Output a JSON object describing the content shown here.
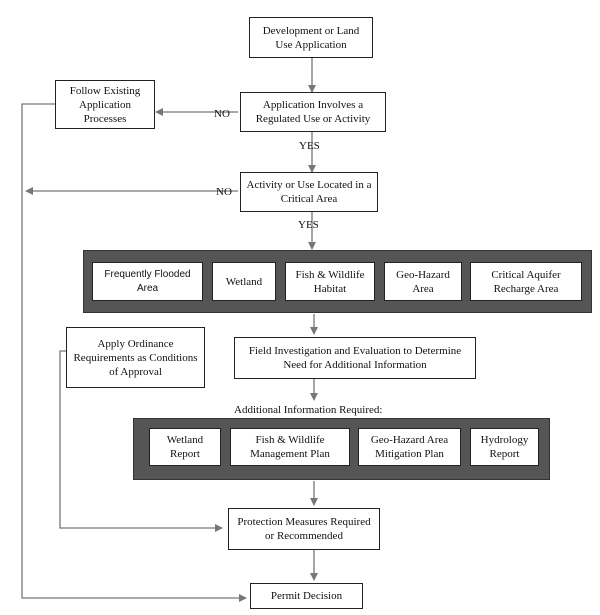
{
  "nodes": {
    "start": "Development or Land Use Application",
    "follow_existing": "Follow Existing Application Processes",
    "regulated": "Application Involves a Regulated Use or Activity",
    "critical_area": "Activity or Use Located in a Critical Area",
    "apply_ordinance": "Apply Ordinance Requirements as Conditions of Approval",
    "field_investigation": "Field Investigation and Evaluation to Determine Need for Additional Information",
    "protection": "Protection Measures Required or Recommended",
    "permit": "Permit Decision"
  },
  "critical_areas": [
    "Frequently Flooded Area",
    "Wetland",
    "Fish & Wildlife Habitat",
    "Geo-Hazard Area",
    "Critical Aquifer Recharge Area"
  ],
  "additional_info_label": "Additional Information Required:",
  "reports": [
    "Wetland Report",
    "Fish & Wildlife Management Plan",
    "Geo-Hazard Area Mitigation Plan",
    "Hydrology Report"
  ],
  "edge_labels": {
    "no1": "NO",
    "yes1": "YES",
    "no2": "NO",
    "yes2": "YES"
  },
  "colors": {
    "line": "#777777",
    "band": "#555555",
    "box_border": "#222222"
  }
}
